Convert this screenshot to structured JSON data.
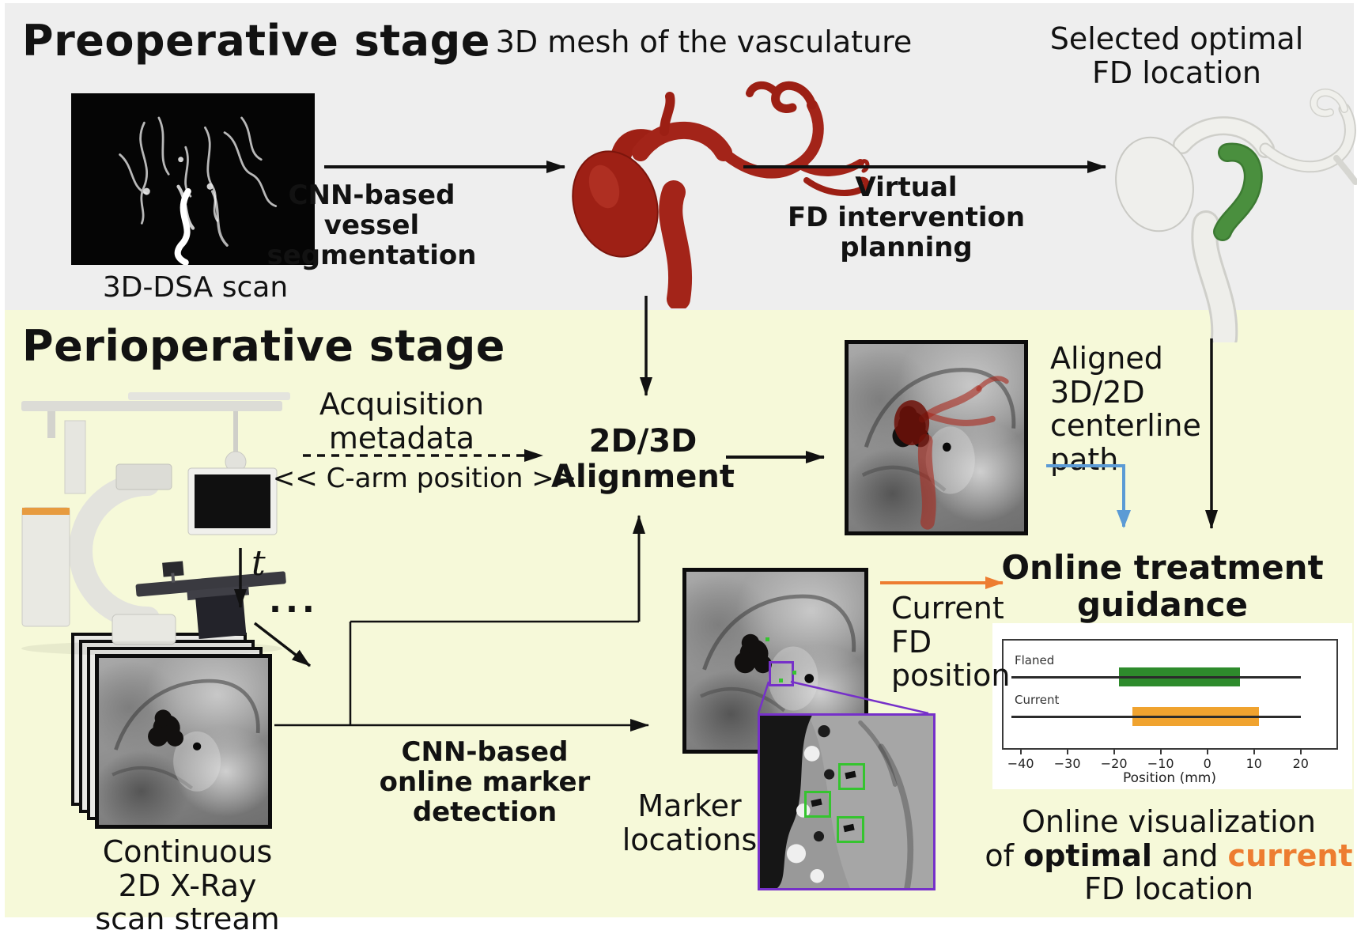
{
  "stages": {
    "preoperative_title": "Preoperative stage",
    "perioperative_title": "Perioperative stage"
  },
  "preop": {
    "dsa_label": "3D-DSA scan",
    "mesh_label": "3D mesh of the vasculature",
    "selected_line1": "Selected optimal",
    "selected_line2": "FD location",
    "cnn_seg_line1": "CNN-based",
    "cnn_seg_line2": "vessel",
    "cnn_seg_line3": "segmentation",
    "virtual_line1": "Virtual",
    "virtual_line2": "FD intervention",
    "virtual_line3": "planning"
  },
  "periop": {
    "acquisition_line1": "Acquisition",
    "acquisition_line2": "metadata",
    "carm_position": "<< C-arm position >>",
    "alignment_line1": "2D/3D",
    "alignment_line2": "Alignment",
    "aligned_line1": "Aligned",
    "aligned_line2": "3D/2D",
    "aligned_line3": "centerline",
    "aligned_line4": "path",
    "guidance_line1": "Online treatment",
    "guidance_line2": "guidance",
    "time_label": "t",
    "ellipsis": "...",
    "stack_line1": "Continuous",
    "stack_line2": "2D X-Ray",
    "stack_line3": "scan stream",
    "cnn_marker_line1": "CNN-based",
    "cnn_marker_line2": "online marker",
    "cnn_marker_line3": "detection",
    "marker_loc_line1": "Marker",
    "marker_loc_line2": "locations",
    "current_fd_line1": "Current",
    "current_fd_line2": "FD",
    "current_fd_line3": "position",
    "viz_line1": "Online visualization",
    "viz_line2_part1": "of ",
    "viz_line2_part2": "optimal",
    "viz_line2_part3": " and ",
    "viz_line2_part4": "current",
    "viz_line3": "FD location"
  },
  "colors": {
    "bg_gray": "#eeeeee",
    "bg_yellow": "#f6f9d9",
    "text_dark": "#121212",
    "arrow_black": "#111111",
    "arrow_blue": "#5b9bd5",
    "arrow_orange": "#ed7d31",
    "mesh_red": "#a32419",
    "mesh_green": "#4a8f3e",
    "bar_green": "#2e8b2c",
    "bar_orange": "#f0a32f",
    "marker_green": "#35c42f",
    "inset_purple": "#7630c9"
  },
  "chart_data": {
    "type": "bar",
    "title": "",
    "xlabel": "Position (mm)",
    "ylabel": "",
    "xlim": [
      -44,
      28
    ],
    "xticks": [
      -40,
      -30,
      -20,
      -10,
      0,
      10,
      20
    ],
    "grid": false,
    "legend": "none",
    "rows": [
      {
        "label": "Flaned",
        "bar_start": -19,
        "bar_end": 7,
        "line_start": -42,
        "line_end": 20,
        "color": "#2e8b2c"
      },
      {
        "label": "Current",
        "bar_start": -16,
        "bar_end": 11,
        "line_start": -42,
        "line_end": 20,
        "color": "#f0a32f"
      }
    ]
  }
}
